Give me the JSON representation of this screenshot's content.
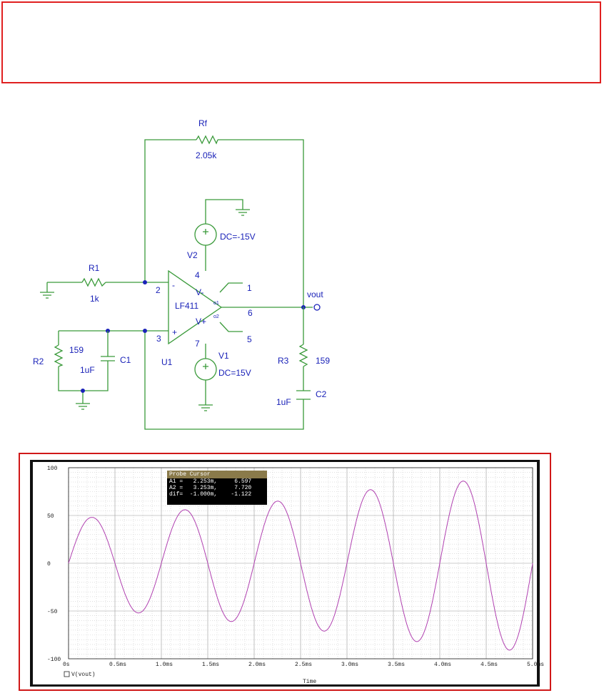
{
  "schematic": {
    "rf": {
      "ref": "Rf",
      "value": "2.05k"
    },
    "r1": {
      "ref": "R1",
      "value": "1k"
    },
    "r2": {
      "ref": "R2",
      "value": "159"
    },
    "c1": {
      "ref": "C1",
      "value": "1uF"
    },
    "r3": {
      "ref": "R3",
      "value": "159"
    },
    "c2": {
      "ref": "C2",
      "value": "1uF"
    },
    "v1": {
      "ref": "V1",
      "value": "DC=15V"
    },
    "v2": {
      "ref": "V2",
      "value": "DC=-15V"
    },
    "opamp": {
      "part": "LF411",
      "ref": "U1",
      "vminus": "V-",
      "vplus": "V+",
      "minus": "-",
      "plus": "+",
      "o1": "o1",
      "o2": "o2"
    },
    "pins": {
      "p1": "1",
      "p2": "2",
      "p3": "3",
      "p4": "4",
      "p5": "5",
      "p6": "6",
      "p7": "7"
    },
    "out_label": "vout"
  },
  "probe_cursor": {
    "title": "Probe Cursor",
    "rows": [
      "A1 =   2.253m,     6.597",
      "A2 =   3.253m,     7.720",
      "dif=  -1.000m,    -1.122"
    ]
  },
  "chart_data": {
    "type": "line",
    "title": "",
    "xlabel": "Time",
    "ylabel": "",
    "xlim": [
      0,
      5.0
    ],
    "ylim": [
      -100,
      100
    ],
    "x_ticks": [
      "0s",
      "0.5ms",
      "1.0ms",
      "1.5ms",
      "2.0ms",
      "2.5ms",
      "3.0ms",
      "3.5ms",
      "4.0ms",
      "4.5ms",
      "5.0ms"
    ],
    "y_ticks": [
      "100",
      "50",
      "0",
      "-50",
      "-100"
    ],
    "series": [
      {
        "name": "V(vout)",
        "color": "#b040b0",
        "frequency_khz": 1.0,
        "peaks": [
          {
            "t": 0.25,
            "v": 48
          },
          {
            "t": 0.75,
            "v": -52
          },
          {
            "t": 1.25,
            "v": 56
          },
          {
            "t": 1.75,
            "v": -61
          },
          {
            "t": 2.25,
            "v": 65
          },
          {
            "t": 2.75,
            "v": -71
          },
          {
            "t": 3.25,
            "v": 77
          },
          {
            "t": 3.75,
            "v": -82
          },
          {
            "t": 4.25,
            "v": 86
          },
          {
            "t": 4.75,
            "v": -91
          }
        ]
      }
    ],
    "grid": true
  }
}
